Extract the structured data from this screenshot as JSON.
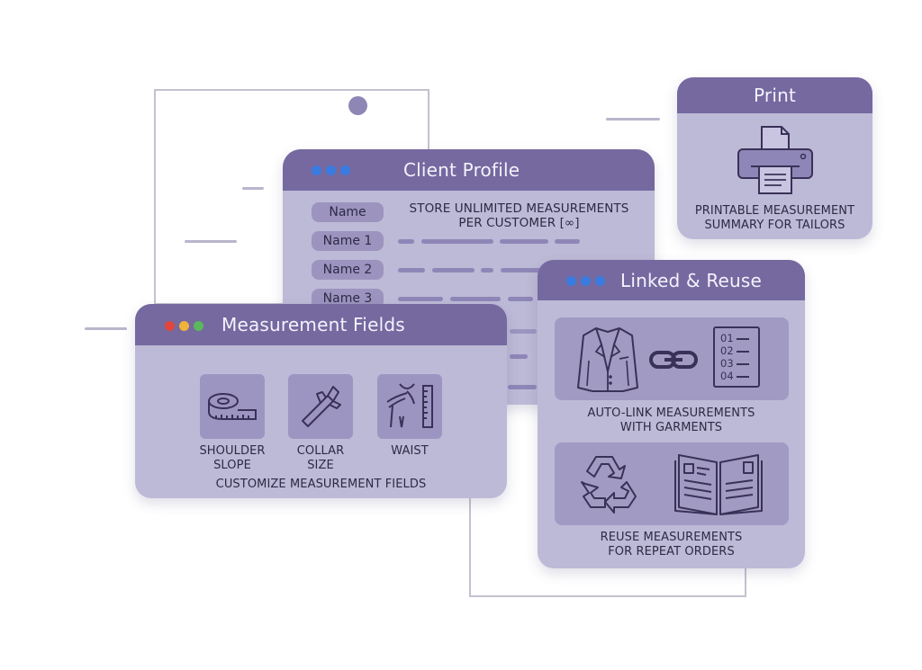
{
  "client_profile": {
    "title": "Client Profile",
    "window_dots": [
      "#3a7be0",
      "#3a7be0",
      "#3a7be0"
    ],
    "headline_line1": "STORE UNLIMITED MEASUREMENTS",
    "headline_line2": "PER CUSTOMER [∞]",
    "name_fields": [
      "Name",
      "Name 1",
      "Name 2",
      "Name 3"
    ]
  },
  "measurement_fields": {
    "title": "Measurement Fields",
    "window_dots": [
      "#e0463c",
      "#f0b23a",
      "#5cb85c"
    ],
    "fields": [
      {
        "label_line1": "SHOULDER",
        "label_line2": "SLOPE",
        "icon": "tape-measure-icon"
      },
      {
        "label_line1": "COLLAR",
        "label_line2": "SIZE",
        "icon": "caliper-icon"
      },
      {
        "label_line1": "WAIST",
        "label_line2": "",
        "icon": "body-ruler-icon"
      }
    ],
    "caption": "CUSTOMIZE MEASUREMENT FIELDS"
  },
  "linked_reuse": {
    "title": "Linked & Reuse",
    "window_dots": [
      "#3a7be0",
      "#3a7be0",
      "#3a7be0"
    ],
    "auto_link": {
      "caption_line1": "AUTO-LINK MEASUREMENTS",
      "caption_line2": "WITH GARMENTS",
      "list_items": [
        "01",
        "02",
        "03",
        "04"
      ]
    },
    "reuse": {
      "caption_line1": "REUSE MEASUREMENTS",
      "caption_line2": "FOR REPEAT ORDERS"
    }
  },
  "print": {
    "title": "Print",
    "caption_line1": "PRINTABLE MEASUREMENT",
    "caption_line2": "SUMMARY FOR TAILORS"
  },
  "colors": {
    "header": "#7569a0",
    "panel_body": "#bcbad6",
    "tile": "#9d95c1",
    "icon_stroke": "#3a3158"
  }
}
